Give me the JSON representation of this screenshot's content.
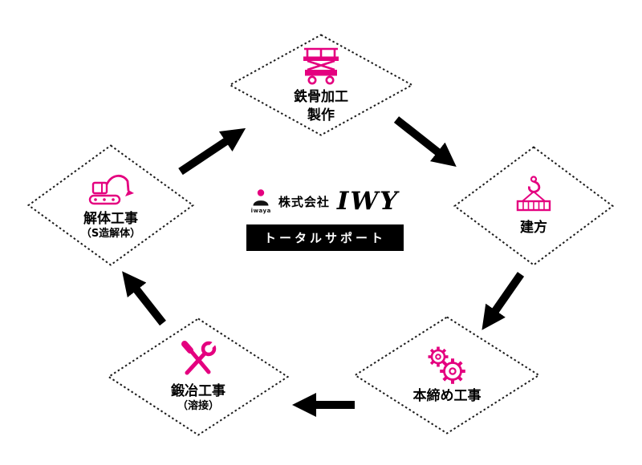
{
  "colors": {
    "accent": "#e4007f",
    "ink": "#111111",
    "arrow": "#000000",
    "banner_bg": "#000000",
    "banner_text": "#ffffff"
  },
  "center": {
    "logo_caption": "iwaya",
    "company_prefix": "株式会社",
    "company_name": "IWY",
    "banner_label": "トータルサポート"
  },
  "nodes": {
    "steel_fabrication": {
      "line1": "鉄骨加工",
      "line2": "製作",
      "icon": "scissor-lift-icon"
    },
    "erection": {
      "line1": "建方",
      "icon": "crane-hook-icon"
    },
    "final_tightening": {
      "line1": "本締め工事",
      "icon": "gears-icon"
    },
    "blacksmith": {
      "line1": "鍛冶工事",
      "line2": "（溶接）",
      "icon": "tools-icon"
    },
    "demolition": {
      "line1": "解体工事",
      "line2": "（S造解体）",
      "icon": "excavator-icon"
    }
  },
  "arrows": [
    {
      "from": "demolition",
      "to": "steel_fabrication"
    },
    {
      "from": "steel_fabrication",
      "to": "erection"
    },
    {
      "from": "erection",
      "to": "final_tightening"
    },
    {
      "from": "final_tightening",
      "to": "blacksmith"
    },
    {
      "from": "blacksmith",
      "to": "demolition"
    }
  ]
}
